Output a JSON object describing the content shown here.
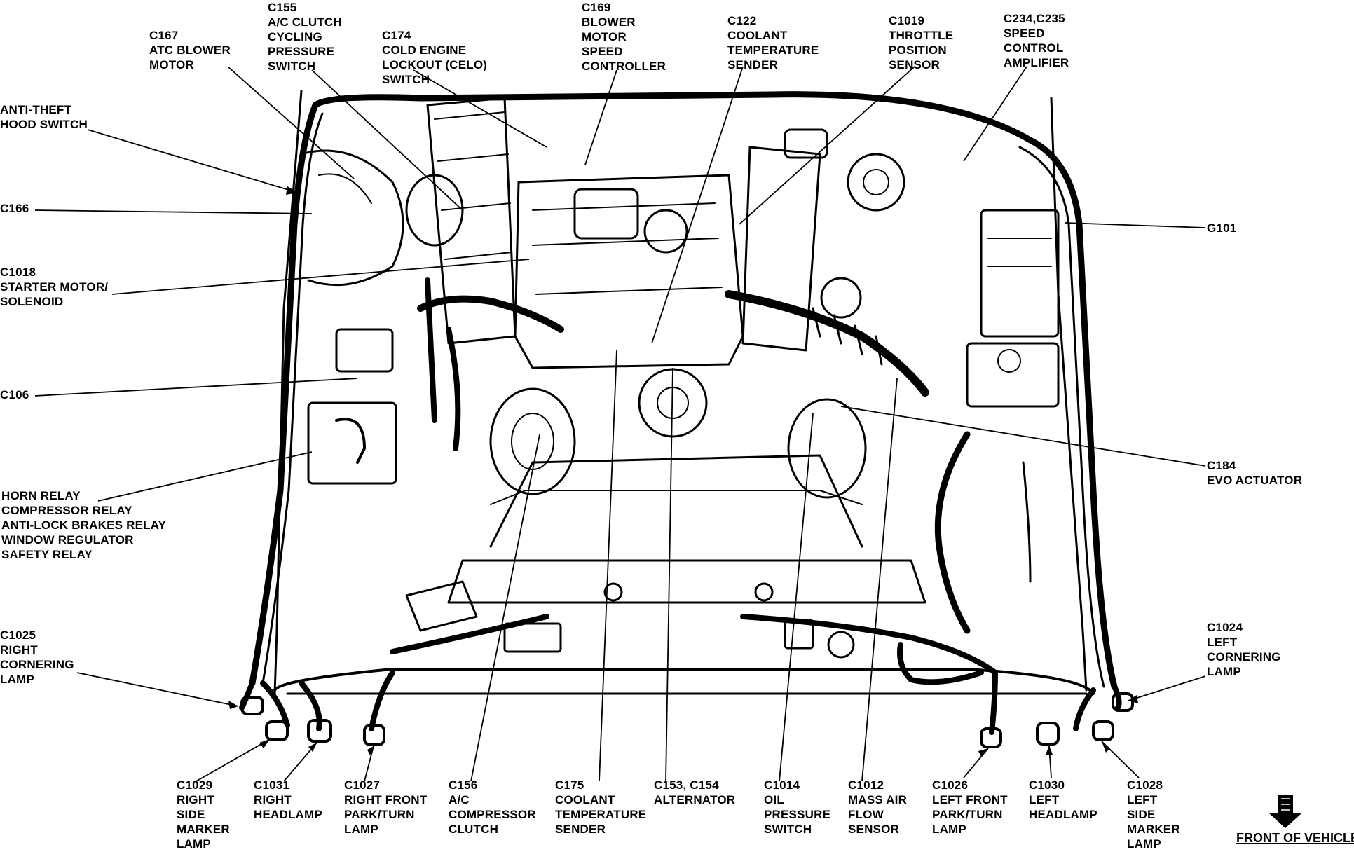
{
  "diagram": {
    "labels": {
      "c167": "C167\nATC BLOWER\nMOTOR",
      "c155": "C155\nA/C CLUTCH\nCYCLING\nPRESSURE\nSWITCH",
      "c174": "C174\nCOLD ENGINE\nLOCKOUT (CELO)\nSWITCH",
      "c169": "C169\nBLOWER\nMOTOR\nSPEED\nCONTROLLER",
      "c122": "C122\nCOOLANT\nTEMPERATURE\nSENDER",
      "c1019": "C1019\nTHROTTLE\nPOSITION\nSENSOR",
      "c234": "C234,C235\nSPEED\nCONTROL\nAMPLIFIER",
      "anti_theft": "ANTI-THEFT\nHOOD SWITCH",
      "c166": "C166",
      "g101": "G101",
      "c1018": "C1018\nSTARTER MOTOR/\nSOLENOID",
      "c106": "C106",
      "c184": "C184\nEVO ACTUATOR",
      "relays": "HORN RELAY\nCOMPRESSOR RELAY\nANTI-LOCK BRAKES RELAY\nWINDOW REGULATOR\nSAFETY RELAY",
      "c1025": "C1025\nRIGHT\nCORNERING\nLAMP",
      "c1024": "C1024\nLEFT\nCORNERING\nLAMP",
      "c1029": "C1029\nRIGHT\nSIDE\nMARKER\nLAMP",
      "c1031": "C1031\nRIGHT\nHEADLAMP",
      "c1027": "C1027\nRIGHT FRONT\nPARK/TURN\nLAMP",
      "c156": "C156\nA/C\nCOMPRESSOR\nCLUTCH",
      "c175": "C175\nCOOLANT\nTEMPERATURE\nSENDER",
      "c153": "C153, C154\nALTERNATOR",
      "c1014": "C1014\nOIL\nPRESSURE\nSWITCH",
      "c1012": "C1012\nMASS AIR\nFLOW\nSENSOR",
      "c1026": "C1026\nLEFT FRONT\nPARK/TURN\nLAMP",
      "c1030": "C1030\nLEFT\nHEADLAMP",
      "c1028": "C1028\nLEFT\nSIDE\nMARKER\nLAMP"
    },
    "front_of_vehicle": "FRONT OF VEHICLE"
  }
}
